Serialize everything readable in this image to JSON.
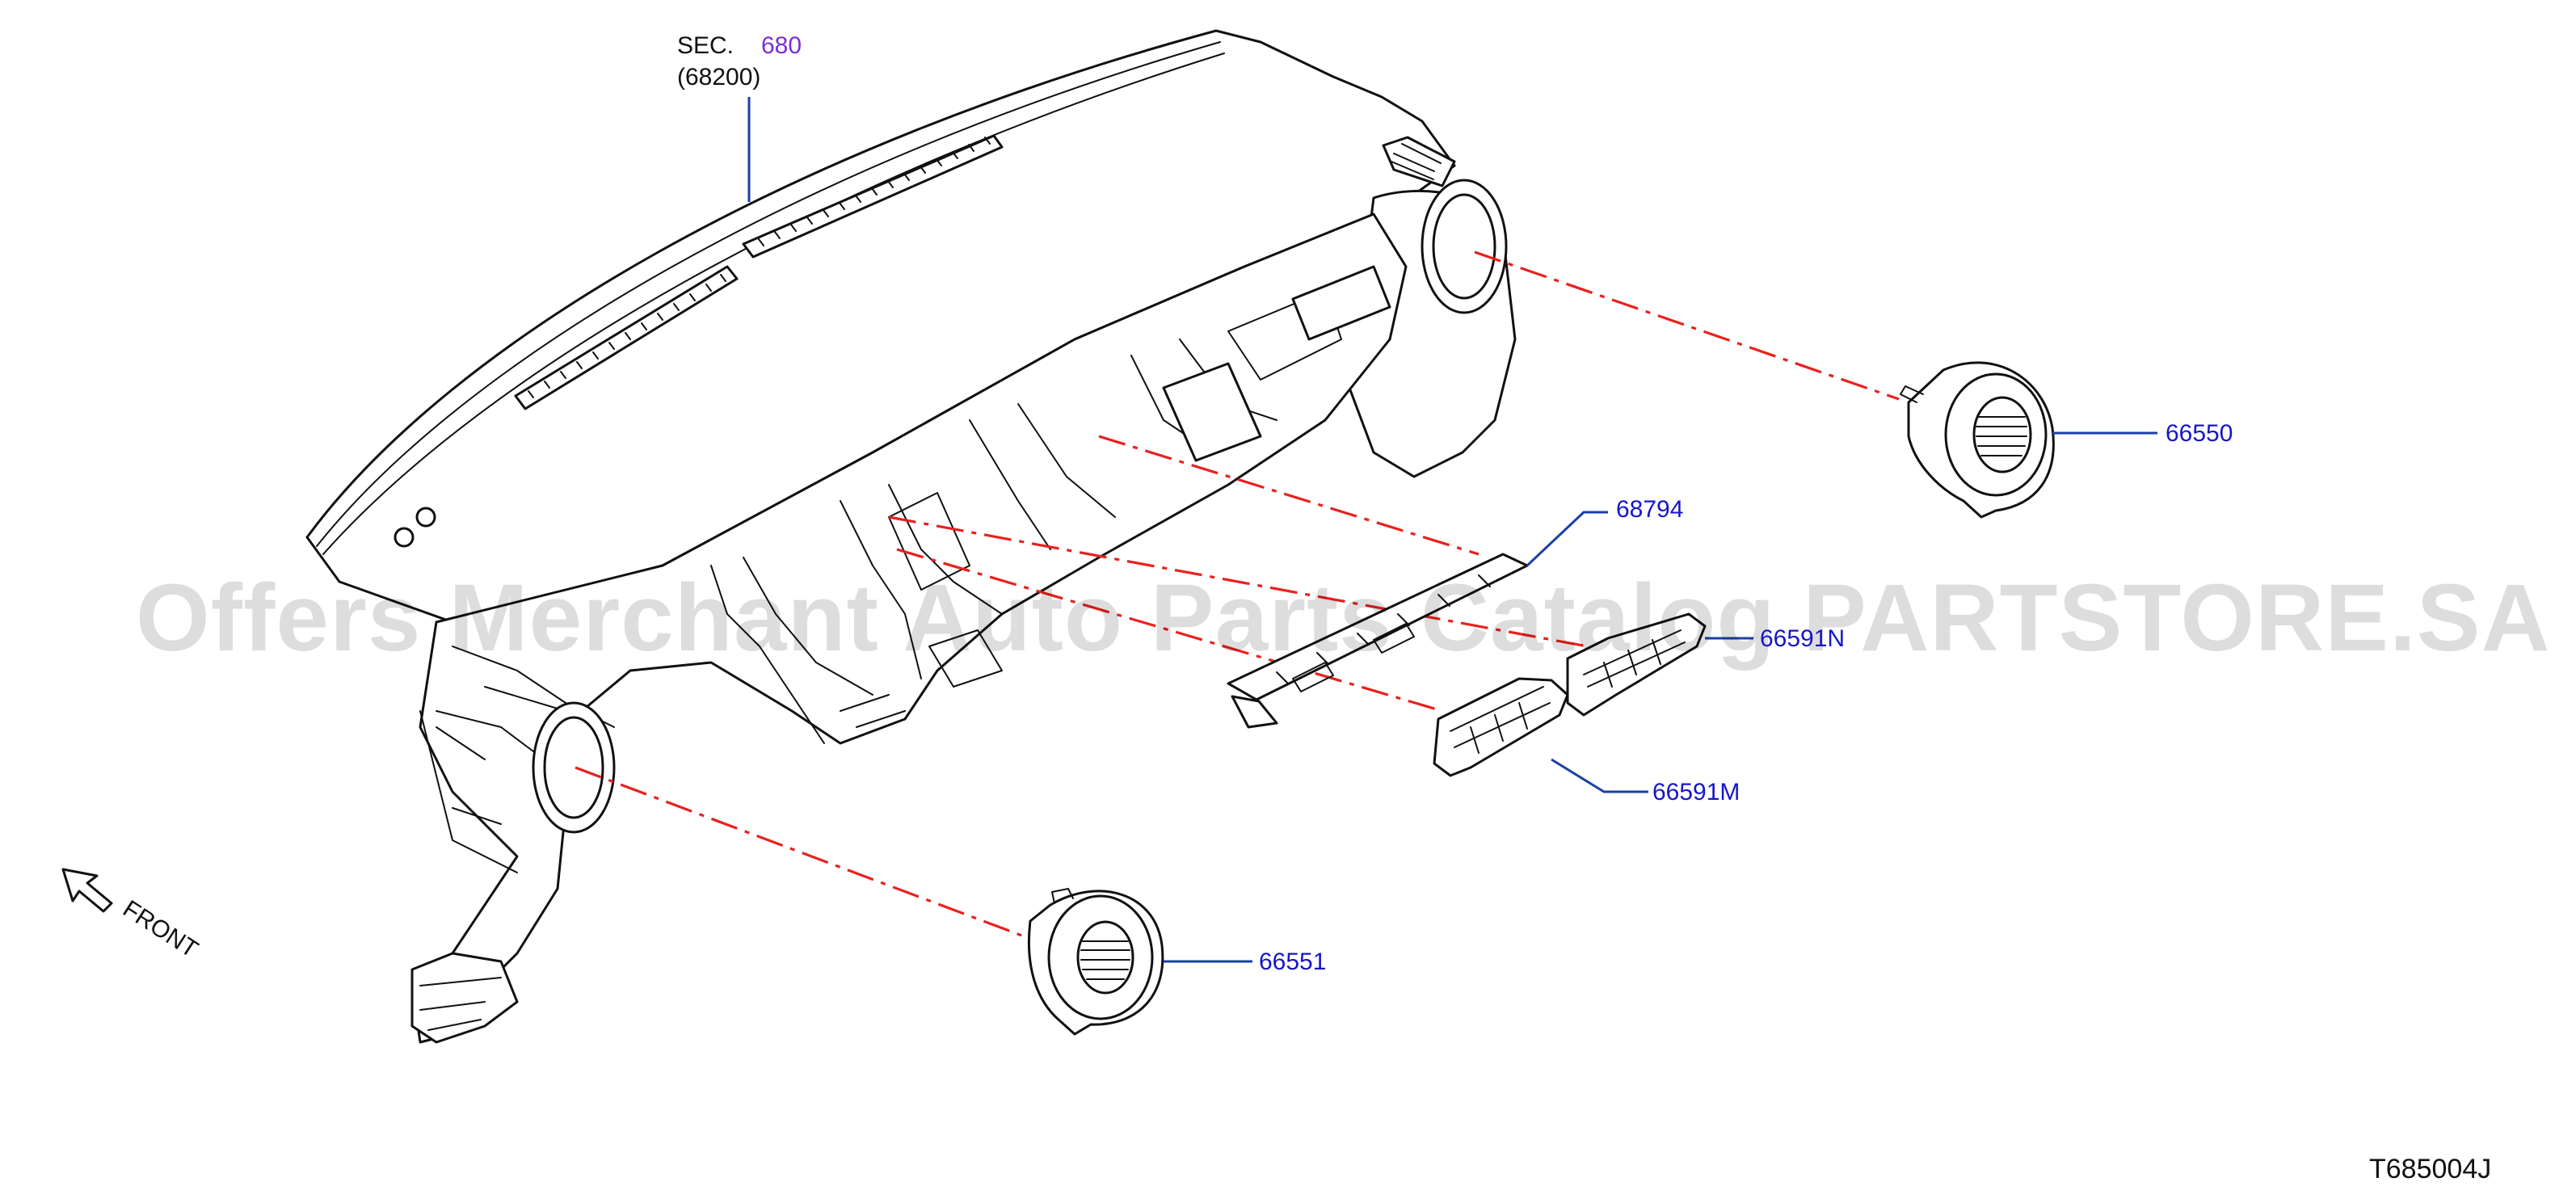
{
  "diagram_code": "T685004J",
  "watermark": "Offers Merchant Auto Parts Catalog PARTSTORE.SA",
  "section_ref": {
    "prefix": "SEC.",
    "number": "680",
    "sub": "(68200)"
  },
  "orientation_label": "FRONT",
  "callouts": [
    {
      "id": "c-66550",
      "text": "66550"
    },
    {
      "id": "c-68794",
      "text": "68794"
    },
    {
      "id": "c-66591N",
      "text": "66591N"
    },
    {
      "id": "c-66591M",
      "text": "66591M"
    },
    {
      "id": "c-66551",
      "text": "66551"
    }
  ],
  "colors": {
    "callout_text": "#1616c8",
    "section_number": "#7b2fd6",
    "leader_line": "#1a3fa8",
    "projection_line": "#e8211e",
    "drawing_line": "#111111"
  }
}
